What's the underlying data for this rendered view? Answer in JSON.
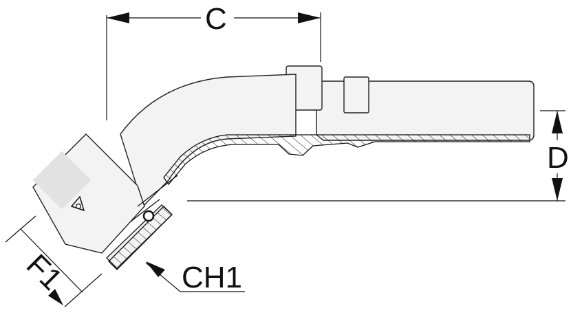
{
  "diagram": {
    "labels": {
      "c": "C",
      "d": "D",
      "f1": "F1",
      "ch1": "CH1"
    },
    "colors": {
      "line": "#111111",
      "body_fill": "#f3f3f3",
      "shade": "#e2e2e2",
      "background": "#ffffff"
    },
    "icons": {
      "logo": "brand-logo-icon"
    }
  }
}
